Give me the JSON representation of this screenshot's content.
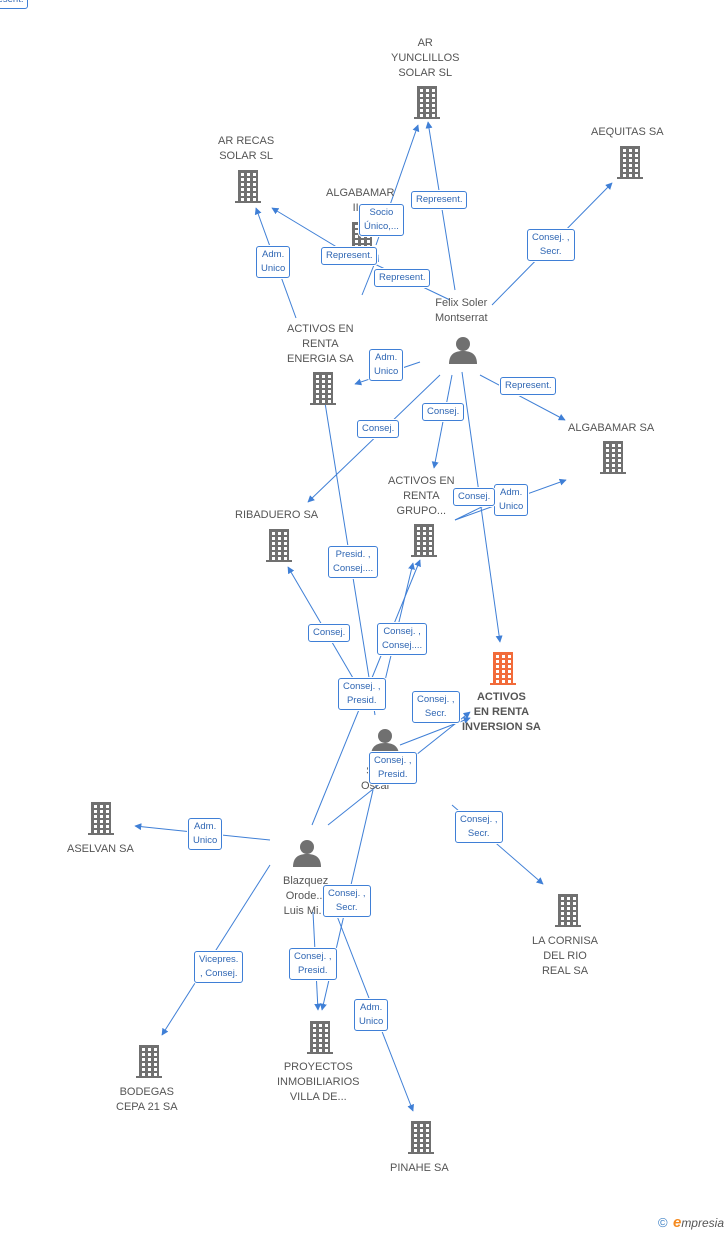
{
  "colors": {
    "edge": "#3f7fd6",
    "building": "#707070",
    "main_building": "#f26b3a",
    "person": "#707070"
  },
  "nodes": [
    {
      "id": "ar_yunclillos",
      "type": "company",
      "label": "AR\nYUNCLILLOS\nSOLAR SL"
    },
    {
      "id": "aequitas",
      "type": "company",
      "label": "AEQUITAS SA"
    },
    {
      "id": "ar_recas",
      "type": "company",
      "label": "AR RECAS\nSOLAR SL"
    },
    {
      "id": "algabamar_ii",
      "type": "company",
      "label": "ALGABAMAR\nII..."
    },
    {
      "id": "felix",
      "type": "person",
      "label": "Felix Soler\nMontserrat"
    },
    {
      "id": "activos_energia",
      "type": "company",
      "label": "ACTIVOS EN\nRENTA\nENERGIA SA"
    },
    {
      "id": "algabamar",
      "type": "company",
      "label": "ALGABAMAR SA"
    },
    {
      "id": "activos_grupo",
      "type": "company",
      "label": "ACTIVOS EN\nRENTA\nGRUPO..."
    },
    {
      "id": "ribaduero",
      "type": "company",
      "label": "RIBADUERO SA"
    },
    {
      "id": "activos_inversion",
      "type": "main",
      "label": "ACTIVOS\nEN RENTA\nINVERSION SA"
    },
    {
      "id": "sierra",
      "type": "person",
      "label": "Si...\nOscar"
    },
    {
      "id": "aselvan",
      "type": "company",
      "label": "ASELVAN SA"
    },
    {
      "id": "blazquez",
      "type": "person",
      "label": "Blazquez\nOrode...\nLuis Mi..."
    },
    {
      "id": "la_cornisa",
      "type": "company",
      "label": "LA CORNISA\nDEL RIO\nREAL SA"
    },
    {
      "id": "bodegas",
      "type": "company",
      "label": "BODEGAS\nCEPA 21 SA"
    },
    {
      "id": "proyectos",
      "type": "company",
      "label": "PROYECTOS\nINMOBILIARIOS\nVILLA DE..."
    },
    {
      "id": "pinahe",
      "type": "company",
      "label": "PINAHE SA"
    }
  ],
  "edges": [
    {
      "from": "felix",
      "to": "ar_yunclillos",
      "label": "Represent."
    },
    {
      "from": "felix",
      "to": "ar_yunclillos",
      "label": "Socio\nÚnico,..."
    },
    {
      "from": "felix",
      "to": "aequitas",
      "label": "Consej. ,\nSecr."
    },
    {
      "from": "felix",
      "to": "ar_recas",
      "label": "Represent."
    },
    {
      "from": "activos_energia",
      "to": "ar_recas",
      "label": "Adm.\nUnico"
    },
    {
      "from": "felix",
      "to": "algabamar_ii",
      "label": "Represent."
    },
    {
      "from": "felix",
      "to": "activos_energia",
      "label": "Adm.\nUnico"
    },
    {
      "from": "felix",
      "to": "algabamar",
      "label": "Represent."
    },
    {
      "from": "felix",
      "to": "activos_grupo",
      "label": "Consej."
    },
    {
      "from": "felix",
      "to": "ribaduero",
      "label": "Consej."
    },
    {
      "from": "felix",
      "to": "activos_inversion",
      "label": ""
    },
    {
      "from": "activos_grupo",
      "to": "algabamar",
      "label": "Adm.\nUnico"
    },
    {
      "from": "activos_grupo",
      "to": "algabamar",
      "label": "Consej."
    },
    {
      "from": "sierra",
      "to": "activos_energia",
      "label": "Presid. ,\nConsej...."
    },
    {
      "from": "sierra",
      "to": "ribaduero",
      "label": "Consej."
    },
    {
      "from": "sierra",
      "to": "activos_grupo",
      "label": "Consej. ,\nConsej...."
    },
    {
      "from": "blazquez",
      "to": "activos_grupo",
      "label": "Consej. ,\nPresid."
    },
    {
      "from": "sierra",
      "to": "activos_inversion",
      "label": "Consej. ,\nSecr."
    },
    {
      "from": "blazquez",
      "to": "activos_inversion",
      "label": "Consej. ,\nPresid."
    },
    {
      "from": "sierra",
      "to": "la_cornisa",
      "label": "Consej. ,\nSecr."
    },
    {
      "from": "blazquez",
      "to": "aselvan",
      "label": "Adm.\nUnico"
    },
    {
      "from": "blazquez",
      "to": "bodegas",
      "label": "Vicepres.\n, Consej."
    },
    {
      "from": "blazquez",
      "to": "proyectos",
      "label": "Consej. ,\nPresid."
    },
    {
      "from": "sierra",
      "to": "proyectos",
      "label": "Consej. ,\nSecr."
    },
    {
      "from": "blazquez",
      "to": "pinahe",
      "label": "Adm.\nUnico"
    },
    {
      "from": "algabamar_ii",
      "to": "felix",
      "label": "Represent."
    }
  ],
  "footer": {
    "copyright": "©",
    "brand_initial": "e",
    "brand_rest": "mpresia"
  }
}
